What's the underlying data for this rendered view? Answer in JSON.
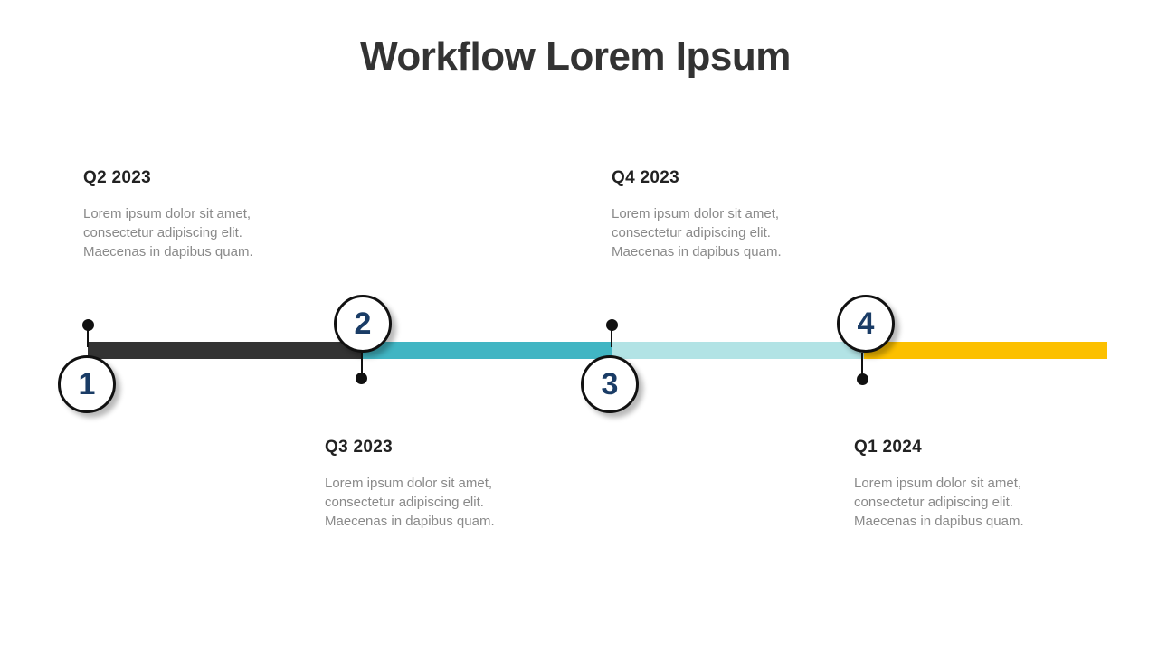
{
  "title": "Workflow Lorem Ipsum",
  "colors": {
    "segment_1": "#333333",
    "segment_2": "#41b5c3",
    "segment_3": "#b2e3e5",
    "segment_4": "#fcc000",
    "marker_number": "#1a3c66"
  },
  "milestones": [
    {
      "number": "1",
      "quarter": "Q2 2023",
      "lines": [
        "Lorem ipsum dolor sit amet,",
        "consectetur adipiscing elit.",
        "Maecenas in dapibus quam."
      ]
    },
    {
      "number": "2",
      "quarter": "Q3 2023",
      "lines": [
        "Lorem ipsum dolor sit amet,",
        "consectetur adipiscing elit.",
        "Maecenas in dapibus quam."
      ]
    },
    {
      "number": "3",
      "quarter": "Q4 2023",
      "lines": [
        "Lorem ipsum dolor sit amet,",
        "consectetur adipiscing elit.",
        "Maecenas in dapibus quam."
      ]
    },
    {
      "number": "4",
      "quarter": "Q1 2024",
      "lines": [
        "Lorem ipsum dolor sit amet,",
        "consectetur adipiscing elit.",
        "Maecenas in dapibus quam."
      ]
    }
  ]
}
